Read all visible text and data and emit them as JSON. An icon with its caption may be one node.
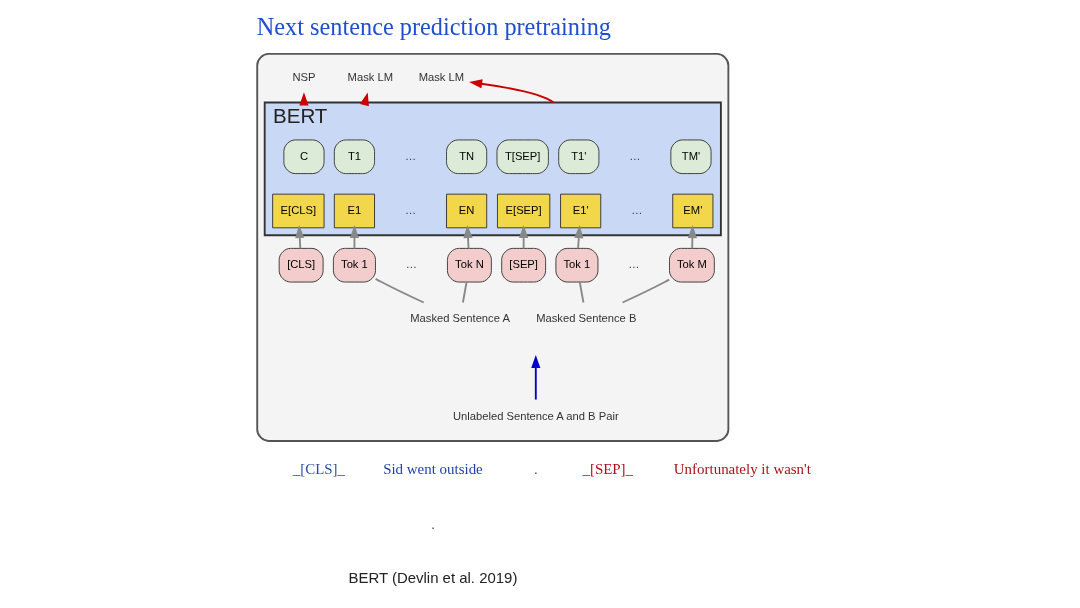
{
  "diagram": {
    "title": "Next sentence prediction pretraining",
    "nodes": [
      {
        "text": [],
        "shape": "box"
      },
      {
        "text": [
          "NSP"
        ],
        "in": 0
      },
      {
        "text": [
          "Mask LM"
        ],
        "in": 0
      },
      {
        "text": [
          "Mask LM"
        ],
        "in": 0
      },
      {
        "text": [
          "BERT"
        ],
        "in": 0
      },
      {
        "text": [
          "C"
        ],
        "in": 4
      },
      {
        "text": [
          "T1"
        ],
        "in": 4
      },
      {
        "text": [
          "TN"
        ],
        "in": 4
      },
      {
        "text": [
          "T[SEP]"
        ],
        "in": 4
      },
      {
        "text": [
          "T1'"
        ],
        "in": 4
      },
      {
        "text": [
          "TM'"
        ],
        "in": 4
      },
      {
        "text": [
          "E[CLS]"
        ],
        "in": 4
      },
      {
        "text": [
          "E1"
        ],
        "in": 4
      },
      {
        "text": [
          "EN"
        ],
        "in": 4
      },
      {
        "text": [
          "E[SEP]"
        ],
        "in": 4
      },
      {
        "text": [
          "E1'"
        ],
        "in": 4
      },
      {
        "text": [
          "EM'"
        ],
        "in": 4
      },
      {
        "text": [
          "[CLS]"
        ],
        "in": 0
      },
      {
        "text": [
          "Tok 1"
        ],
        "in": 0
      },
      {
        "text": [
          "Tok N"
        ],
        "in": 0
      },
      {
        "text": [
          "[SEP]"
        ],
        "in": 0
      },
      {
        "text": [
          "Tok 1"
        ],
        "in": 0
      },
      {
        "text": [
          "Tok M"
        ],
        "in": 0
      },
      {
        "text": [
          "Masked Sentence A"
        ],
        "in": 0
      },
      {
        "text": [
          "Masked Sentence B"
        ],
        "in": 0
      },
      {
        "text": [
          "Unlabeled Sentence A and B Pair"
        ],
        "in": 0
      }
    ],
    "edges": [
      {
        "from": 4,
        "to": 1,
        "arrow": "to",
        "color": "#cc0000"
      },
      {
        "from": 4,
        "to": 2,
        "arrow": "to",
        "color": "#cc0000"
      },
      {
        "from": 4,
        "to": 3,
        "arrow": "to",
        "color": "#cc0000"
      },
      {
        "from": 17,
        "to": 11,
        "arrow": "to"
      },
      {
        "from": 18,
        "to": 12,
        "arrow": "to"
      },
      {
        "from": 19,
        "to": 13,
        "arrow": "to"
      },
      {
        "from": 20,
        "to": 14,
        "arrow": "to"
      },
      {
        "from": 21,
        "to": 15,
        "arrow": "to"
      },
      {
        "from": 22,
        "to": 16,
        "arrow": "to"
      },
      {
        "from": 23,
        "to": 18,
        "arrow": "none"
      },
      {
        "from": 23,
        "to": 19,
        "arrow": "none"
      },
      {
        "from": 24,
        "to": 21,
        "arrow": "none"
      },
      {
        "from": 24,
        "to": 22,
        "arrow": "none"
      },
      {
        "from": 25,
        "to": null,
        "arrow": "to",
        "color": "#0000cc"
      }
    ],
    "labels": [
      "…",
      "…",
      "…",
      "…",
      "…",
      "…",
      "_[CLS]_",
      "Sid went outside",
      ".",
      "_[SEP]_",
      "Unfortunately it wasn't",
      ".",
      "BERT (Devlin et al. 2019)"
    ]
  }
}
